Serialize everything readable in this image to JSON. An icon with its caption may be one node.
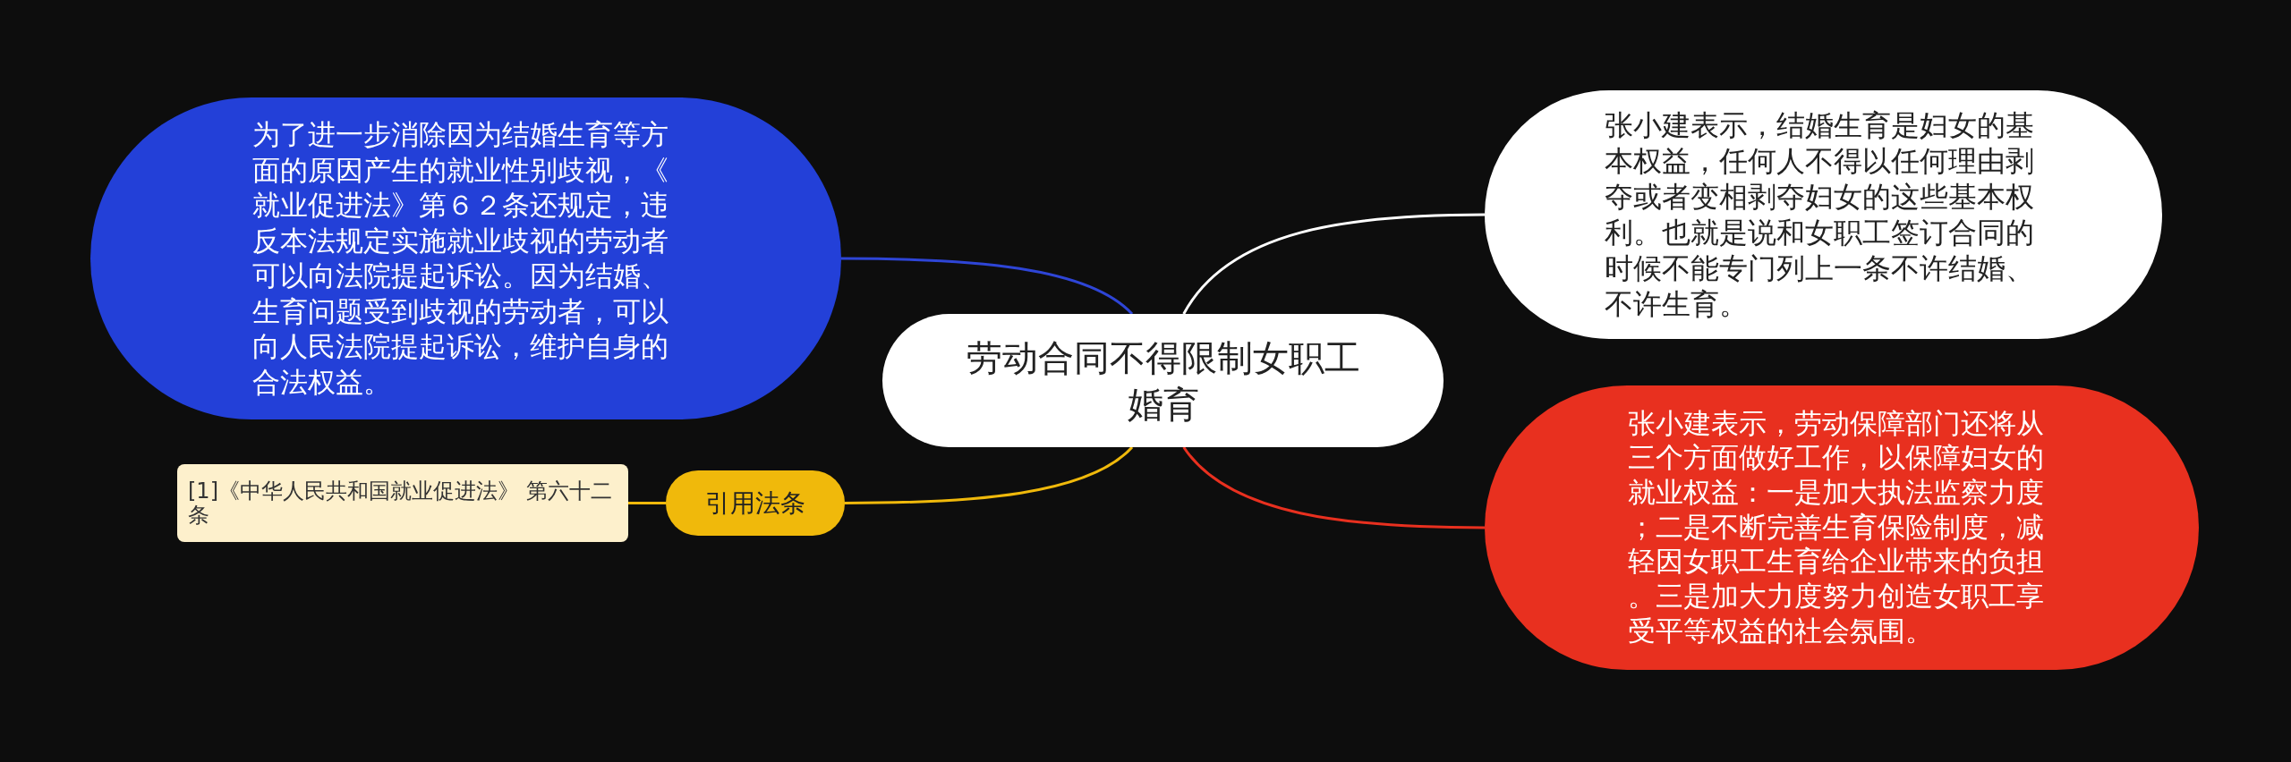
{
  "diagram": {
    "nodes": [
      {
        "text": [
          "劳动合同不得限制女职工婚育"
        ]
      },
      {
        "text": [
          "为了进一步消除因为结婚生育等方面的原因产生的就业性别歧视，《就业促进法》第６２条还规定，违反本法规定实施就业歧视的劳动者可以向法院提起诉讼。因为结婚、生育问题受到歧视的劳动者，可以向人民法院提起诉讼，维护自身的合法权益。"
        ]
      },
      {
        "text": [
          "引用法条"
        ]
      },
      {
        "text": [
          "[1]《中华人民共和国就业促进法》 第六十二条"
        ]
      },
      {
        "text": [
          "张小建表示，结婚生育是妇女的基本权益，任何人不得以任何理由剥夺或者变相剥夺妇女的这些基本权利。也就是说和女职工签订合同的时候不能专门列上一条不许结婚、不许生育。"
        ]
      },
      {
        "text": [
          "张小建表示，劳动保障部门还将从三个方面做好工作，以保障妇女的就业权益：一是加大执法监察力度；二是不断完善生育保险制度，减轻因女职工生育给企业带来的负担。三是加大力度努力创造女职工享受平等权益的社会氛围。"
        ]
      }
    ],
    "edges": [
      {
        "from": 0,
        "to": 1,
        "arrow": "none",
        "color": "#2e45d6"
      },
      {
        "from": 0,
        "to": 2,
        "arrow": "none",
        "color": "#f0b90b"
      },
      {
        "from": 2,
        "to": 3,
        "arrow": "none",
        "color": "#f0b90b"
      },
      {
        "from": 0,
        "to": 4,
        "arrow": "none",
        "color": "#ffffff"
      },
      {
        "from": 0,
        "to": 5,
        "arrow": "none",
        "color": "#e8301f"
      }
    ]
  }
}
